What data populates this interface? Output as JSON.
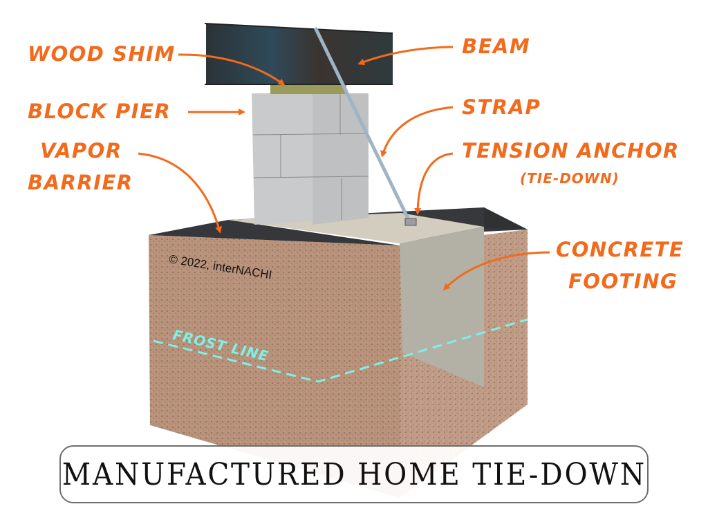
{
  "title": "MANUFACTURED HOME TIE-DOWN",
  "copyright": "© 2022, interNACHI",
  "frost_line_label": "FROST LINE",
  "labels": {
    "wood_shim": "WOOD SHIM",
    "block_pier": "BLOCK PIER",
    "vapor_barrier_line1": "VAPOR",
    "vapor_barrier_line2": "BARRIER",
    "beam": "BEAM",
    "strap": "STRAP",
    "tension_anchor": "TENSION ANCHOR",
    "tension_anchor_sub": "(TIE-DOWN)",
    "concrete_footing_line1": "CONCRETE",
    "concrete_footing_line2": "FOOTING"
  },
  "colors": {
    "label_orange": "#f26a1b",
    "frost_line_cyan": "#7ff0e6",
    "soil": "#b8927a",
    "concrete": "#b3b0a6",
    "block": "#c9cacb",
    "beam": "#2d3a40",
    "shim": "#9a9a5a",
    "vapor_barrier": "#3a3b3d"
  }
}
